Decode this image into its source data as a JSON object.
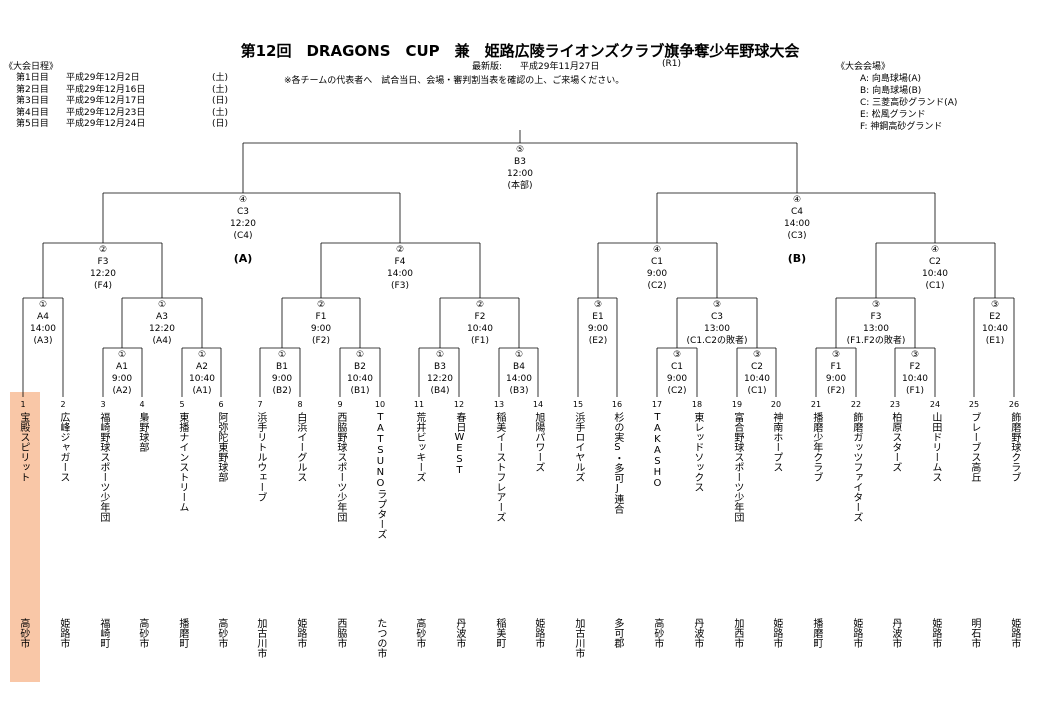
{
  "title": "第12回　DRAGONS　CUP　兼　姫路広陵ライオンズクラブ旗争奪少年野球大会",
  "revision": {
    "label": "最新版:",
    "date": "平成29年11月27日",
    "code": "(R1)"
  },
  "schedule": {
    "heading": "《大会日程》",
    "days": [
      {
        "day": "第1日目",
        "date": "平成29年12月2日",
        "weekday": "(土)"
      },
      {
        "day": "第2日目",
        "date": "平成29年12月16日",
        "weekday": "(土)"
      },
      {
        "day": "第3日目",
        "date": "平成29年12月17日",
        "weekday": "(日)"
      },
      {
        "day": "第4日目",
        "date": "平成29年12月23日",
        "weekday": "(土)"
      },
      {
        "day": "第5日目",
        "date": "平成29年12月24日",
        "weekday": "(日)"
      }
    ]
  },
  "notice": "※各チームの代表者へ　試合当日、会場・審判割当表を確認の上、ご来場ください。",
  "venues": {
    "heading": "《大会会場》",
    "items": [
      "A: 向島球場(A)",
      "B: 向島球場(B)",
      "C: 三菱高砂グランド(A)",
      "E: 松風グランド",
      "F: 神鋼高砂グランド"
    ]
  },
  "blocks": {
    "a": "(A)",
    "b": "(B)"
  },
  "matches": {
    "final": {
      "num": "⑤",
      "code": "B3",
      "time": "12:00",
      "note": "(本部)"
    },
    "semi_a": {
      "num": "④",
      "code": "C3",
      "time": "12:20",
      "note": "(C4)"
    },
    "semi_b": {
      "num": "④",
      "code": "C4",
      "time": "14:00",
      "note": "(C3)"
    },
    "qf1": {
      "num": "②",
      "code": "F3",
      "time": "12:20",
      "note": "(F4)"
    },
    "qf2": {
      "num": "②",
      "code": "F4",
      "time": "14:00",
      "note": "(F3)"
    },
    "qf3": {
      "num": "④",
      "code": "C1",
      "time": "9:00",
      "note": "(C2)"
    },
    "qf4": {
      "num": "④",
      "code": "C2",
      "time": "10:40",
      "note": "(C1)"
    },
    "r2_1": {
      "num": "①",
      "code": "A4",
      "time": "14:00",
      "note": "(A3)"
    },
    "r2_2": {
      "num": "①",
      "code": "A3",
      "time": "12:20",
      "note": "(A4)"
    },
    "r2_3": {
      "num": "②",
      "code": "F1",
      "time": "9:00",
      "note": "(F2)"
    },
    "r2_4": {
      "num": "②",
      "code": "F2",
      "time": "10:40",
      "note": "(F1)"
    },
    "r2_5": {
      "num": "③",
      "code": "E1",
      "time": "9:00",
      "note": "(E2)"
    },
    "r2_6": {
      "num": "③",
      "code": "C3",
      "time": "13:00",
      "note": "(C1.C2の敗者)"
    },
    "r2_7": {
      "num": "③",
      "code": "F3",
      "time": "13:00",
      "note": "(F1.F2の敗者)"
    },
    "r2_8": {
      "num": "③",
      "code": "E2",
      "time": "10:40",
      "note": "(E1)"
    },
    "r1_1": {
      "num": "①",
      "code": "A1",
      "time": "9:00",
      "note": "(A2)"
    },
    "r1_2": {
      "num": "①",
      "code": "A2",
      "time": "10:40",
      "note": "(A1)"
    },
    "r1_3": {
      "num": "①",
      "code": "B1",
      "time": "9:00",
      "note": "(B2)"
    },
    "r1_4": {
      "num": "①",
      "code": "B2",
      "time": "10:40",
      "note": "(B1)"
    },
    "r1_5": {
      "num": "①",
      "code": "B3",
      "time": "12:20",
      "note": "(B4)"
    },
    "r1_6": {
      "num": "①",
      "code": "B4",
      "time": "14:00",
      "note": "(B3)"
    },
    "r1_7": {
      "num": "③",
      "code": "C1",
      "time": "9:00",
      "note": "(C2)"
    },
    "r1_8": {
      "num": "③",
      "code": "C2",
      "time": "10:40",
      "note": "(C1)"
    },
    "r1_9": {
      "num": "③",
      "code": "F1",
      "time": "9:00",
      "note": "(F2)"
    },
    "r1_10": {
      "num": "③",
      "code": "F2",
      "time": "10:40",
      "note": "(F1)"
    }
  },
  "teams": [
    {
      "num": "1",
      "name": "宝殿スピリット",
      "city": "高砂市"
    },
    {
      "num": "2",
      "name": "広峰ジャガース",
      "city": "姫路市"
    },
    {
      "num": "3",
      "name": "福崎野球スポーツ少年団",
      "city": "福崎町"
    },
    {
      "num": "4",
      "name": "梟野球部",
      "city": "高砂市"
    },
    {
      "num": "5",
      "name": "東播ナインストリーム",
      "city": "播磨町"
    },
    {
      "num": "6",
      "name": "阿弥陀東野球部",
      "city": "高砂市"
    },
    {
      "num": "7",
      "name": "浜手リトルウェーブ",
      "city": "加古川市"
    },
    {
      "num": "8",
      "name": "白浜イーグルス",
      "city": "姫路市"
    },
    {
      "num": "9",
      "name": "西脇野球スポーツ少年団",
      "city": "西脇市"
    },
    {
      "num": "10",
      "name": "TATSUNOラプターズ",
      "city": "たつの市"
    },
    {
      "num": "11",
      "name": "荒井ビッキーズ",
      "city": "高砂市"
    },
    {
      "num": "12",
      "name": "春日WEST",
      "city": "丹波市"
    },
    {
      "num": "13",
      "name": "稲美イーストフレアーズ",
      "city": "稲美町"
    },
    {
      "num": "14",
      "name": "旭陽パワーズ",
      "city": "姫路市"
    },
    {
      "num": "15",
      "name": "浜手ロイヤルズ",
      "city": "加古川市"
    },
    {
      "num": "16",
      "name": "杉の実S・多可J連合",
      "city": "多可郡"
    },
    {
      "num": "17",
      "name": "TAKASHO",
      "city": "高砂市"
    },
    {
      "num": "18",
      "name": "東レッドソックス",
      "city": "丹波市"
    },
    {
      "num": "19",
      "name": "富合野球スポーツ少年団",
      "city": "加西市"
    },
    {
      "num": "20",
      "name": "神南ホープス",
      "city": "姫路市"
    },
    {
      "num": "21",
      "name": "播磨少年クラブ",
      "city": "播磨町"
    },
    {
      "num": "22",
      "name": "飾磨ガッツファイターズ",
      "city": "姫路市"
    },
    {
      "num": "23",
      "name": "柏原スターズ",
      "city": "丹波市"
    },
    {
      "num": "24",
      "name": "山田ドリームス",
      "city": "姫路市"
    },
    {
      "num": "25",
      "name": "ブレーブス高丘",
      "city": "明石市"
    },
    {
      "num": "26",
      "name": "飾磨野球クラブ",
      "city": "姫路市"
    }
  ],
  "highlight_color": "#f9c7a7"
}
